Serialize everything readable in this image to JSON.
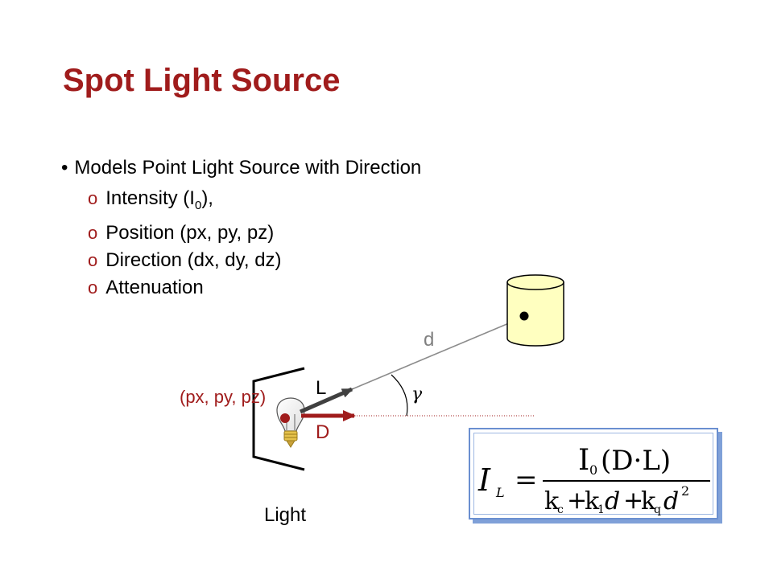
{
  "slide": {
    "title": "Spot Light Source",
    "bullet": "Models Point Light Source with Direction",
    "sub_marker": "o",
    "subitems": [
      {
        "text": "Intensity (I",
        "sub": "0",
        "suffix": "),"
      },
      {
        "text": "Position (px, py, pz)"
      },
      {
        "text": "Direction (dx, dy, dz)"
      },
      {
        "text": "Attenuation"
      }
    ]
  },
  "diagram": {
    "position_label": "(px, py, pz)",
    "L_label": "L",
    "D_label": "D",
    "d_label": "d",
    "gamma_label": "γ",
    "light_label": "Light",
    "colors": {
      "accent": "#a01c1c",
      "object_fill": "#ffffc0",
      "vector_gray": "#8c8c8c",
      "box_border": "#6a8fd0"
    }
  },
  "formula": {
    "lhs": "I",
    "lhs_sub": "L",
    "equals": "=",
    "numerator": "I",
    "numerator_sub": "0",
    "numerator_rest": "(D·L)",
    "denominator": {
      "kc": "k",
      "kc_sub": "c",
      "plus1": "+",
      "k1": "k",
      "k1_sub": "1",
      "d1": "d",
      "plus2": "+",
      "kq": "k",
      "kq_sub": "q",
      "d2": "d",
      "exp": "2"
    }
  }
}
